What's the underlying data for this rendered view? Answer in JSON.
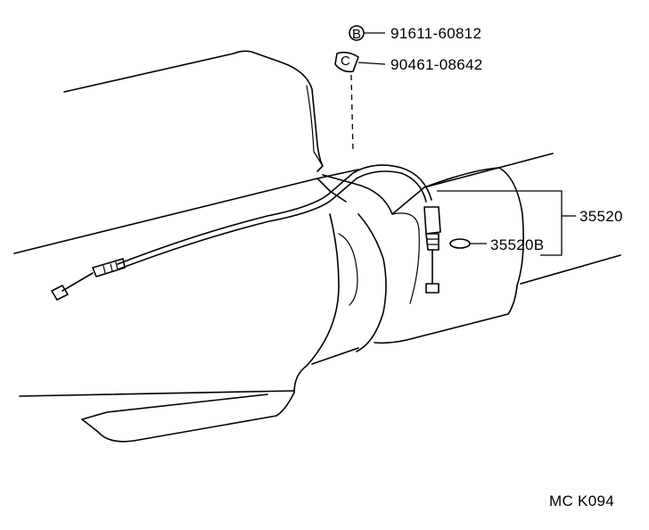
{
  "parts": {
    "bolt_badge": "B",
    "bolt": "91611-60812",
    "clamp_badge": "C",
    "clamp": "90461-08642",
    "cable_assy": "35520",
    "o_ring": "35520B"
  },
  "diagram_code": "MC K094"
}
